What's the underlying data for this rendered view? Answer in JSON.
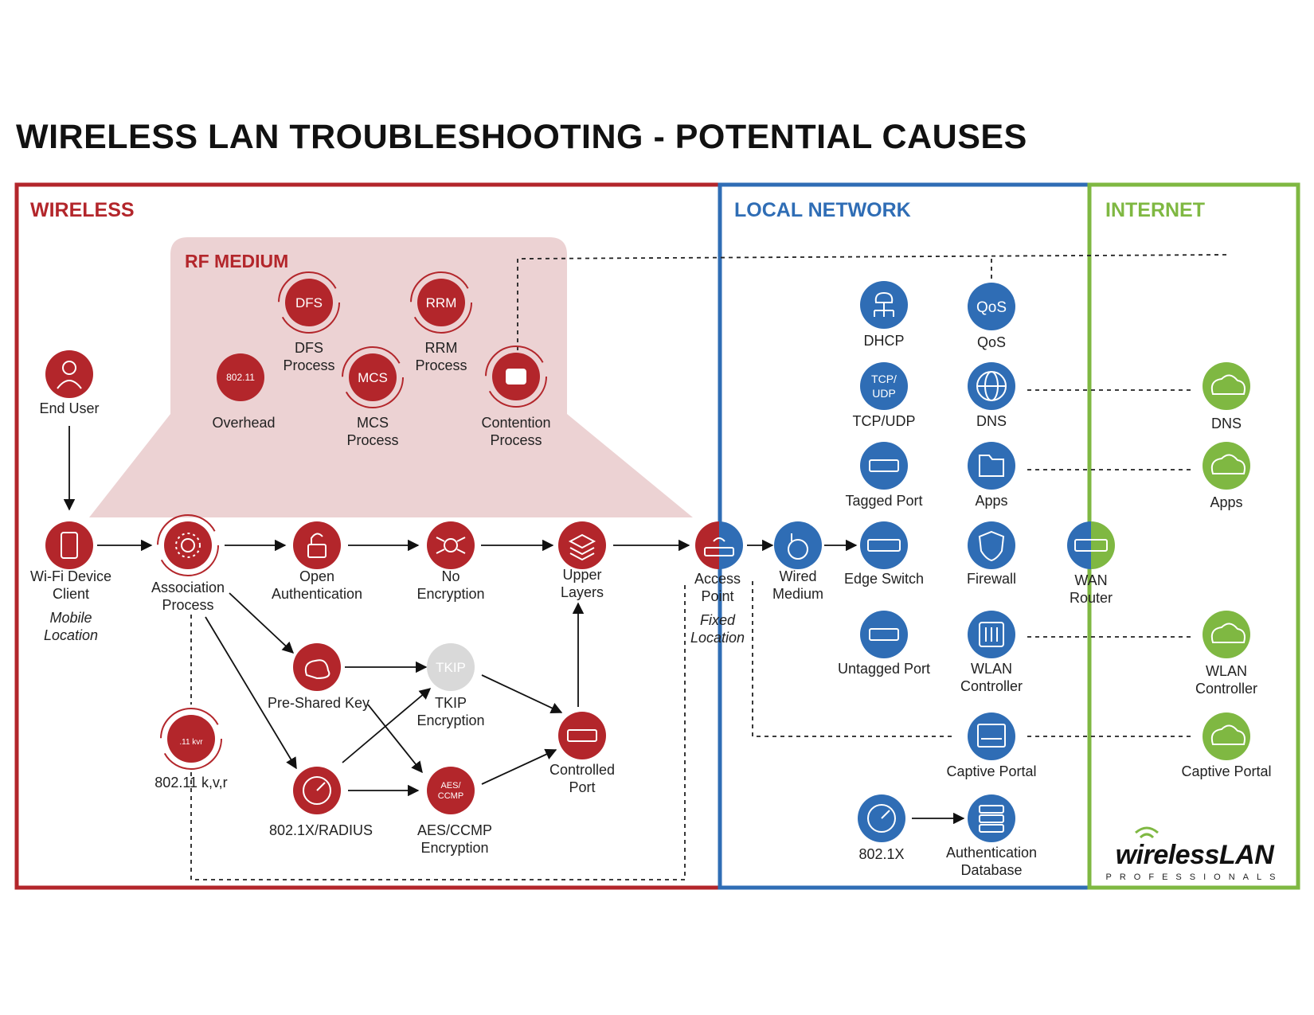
{
  "title": "WIRELESS LAN TROUBLESHOOTING - POTENTIAL CAUSES",
  "colors": {
    "wireless": "#b3262b",
    "local": "#2f6db5",
    "internet": "#7fb842",
    "rf_fill": "#ecd2d3",
    "disabled": "#d9d9d9"
  },
  "sections": {
    "wireless": "WIRELESS",
    "local": "LOCAL NETWORK",
    "internet": "INTERNET",
    "rf_medium": "RF MEDIUM"
  },
  "nodes": {
    "end_user": {
      "caption": "End User",
      "icon": "user-icon"
    },
    "wifi_client": {
      "caption": "Wi-Fi Device\nClient",
      "note": "Mobile\nLocation",
      "icon": "phone-icon"
    },
    "overhead": {
      "caption": "Overhead",
      "badge": "802.11"
    },
    "dfs": {
      "caption": "DFS\nProcess",
      "badge": "DFS"
    },
    "mcs": {
      "caption": "MCS\nProcess",
      "badge": "MCS"
    },
    "rrm": {
      "caption": "RRM\nProcess",
      "badge": "RRM"
    },
    "contention": {
      "caption": "Contention\nProcess",
      "icon": "contention-icon"
    },
    "association": {
      "caption": "Association\nProcess",
      "icon": "association-icon"
    },
    "open_auth": {
      "caption": "Open\nAuthentication",
      "icon": "unlock-icon"
    },
    "no_encryption": {
      "caption": "No\nEncryption",
      "icon": "circuit-icon"
    },
    "upper_layers": {
      "caption": "Upper\nLayers",
      "icon": "layers-icon"
    },
    "access_point": {
      "caption": "Access\nPoint",
      "note": "Fixed\nLocation",
      "icon": "access-point-icon"
    },
    "psk": {
      "caption": "Pre-Shared Key",
      "icon": "key-cloud-icon"
    },
    "tkip": {
      "caption": "TKIP\nEncryption",
      "badge": "TKIP"
    },
    "controlled_port": {
      "caption": "Controlled\nPort",
      "icon": "port-icon"
    },
    "kvr": {
      "caption": "802.11 k,v,r",
      "badge": ".11 kvr"
    },
    "radius": {
      "caption": "802.1X/RADIUS",
      "icon": "gauge-icon"
    },
    "aes": {
      "caption": "AES/CCMP\nEncryption",
      "badge": "AES/\nCCMP"
    },
    "wired_medium": {
      "caption": "Wired\nMedium",
      "icon": "cable-icon"
    },
    "dhcp": {
      "caption": "DHCP",
      "icon": "dhcp-tree-icon"
    },
    "qos": {
      "caption": "QoS",
      "badge": "QoS"
    },
    "tcp_udp": {
      "caption": "TCP/UDP",
      "badge": "TCP/\nUDP"
    },
    "dns_local": {
      "caption": "DNS",
      "icon": "globe-dns-icon"
    },
    "tagged_port": {
      "caption": "Tagged Port",
      "icon": "port-icon"
    },
    "apps_local": {
      "caption": "Apps",
      "icon": "folder-icon"
    },
    "edge_switch": {
      "caption": "Edge Switch",
      "icon": "switch-icon"
    },
    "firewall": {
      "caption": "Firewall",
      "icon": "firewall-icon"
    },
    "wan_router": {
      "caption": "WAN\nRouter",
      "icon": "router-icon"
    },
    "untagged_port": {
      "caption": "Untagged Port",
      "icon": "port-icon"
    },
    "wlc_local": {
      "caption": "WLAN\nController",
      "icon": "controller-icon"
    },
    "captive_local": {
      "caption": "Captive Portal",
      "icon": "portal-icon"
    },
    "dot1x": {
      "caption": "802.1X",
      "icon": "gauge-icon"
    },
    "auth_db": {
      "caption": "Authentication\nDatabase",
      "icon": "database-icon"
    },
    "dns_inet": {
      "caption": "DNS",
      "icon": "cloud-globe-icon"
    },
    "apps_inet": {
      "caption": "Apps",
      "icon": "cloud-folder-icon"
    },
    "wlc_inet": {
      "caption": "WLAN\nController",
      "icon": "cloud-controller-icon"
    },
    "captive_inet": {
      "caption": "Captive Portal",
      "icon": "cloud-portal-icon"
    }
  },
  "logo": {
    "brand": "wirelessLAN",
    "tagline": "PROFESSIONALS"
  }
}
